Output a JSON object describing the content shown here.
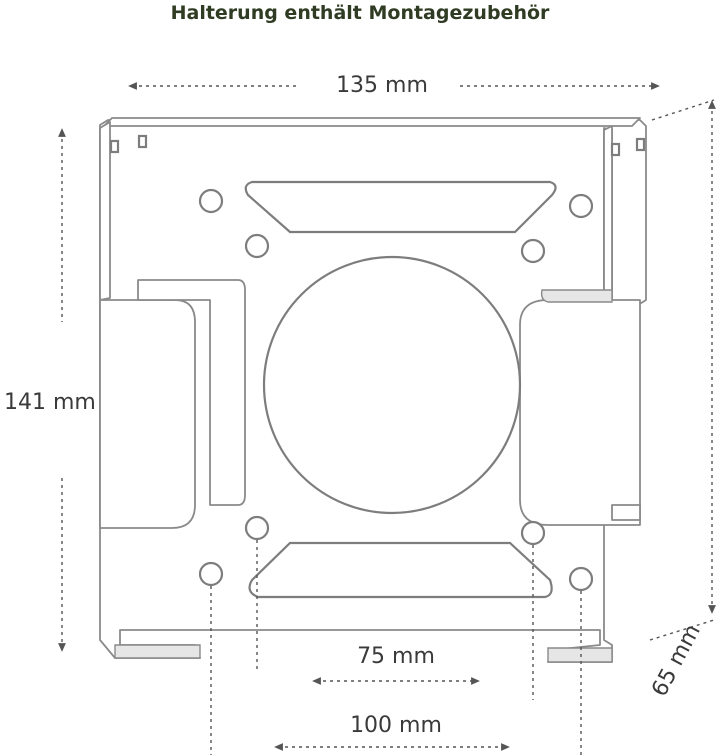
{
  "title": "Halterung enthält Montagezubehör",
  "dimensions": {
    "width": "135 mm",
    "height": "141 mm",
    "depth": "65 mm",
    "vesa_small": "75 mm",
    "vesa_large": "100 mm"
  },
  "colors": {
    "title": "#2f3b22",
    "outline": "#8a8a8a",
    "text": "#3a3a3a"
  }
}
